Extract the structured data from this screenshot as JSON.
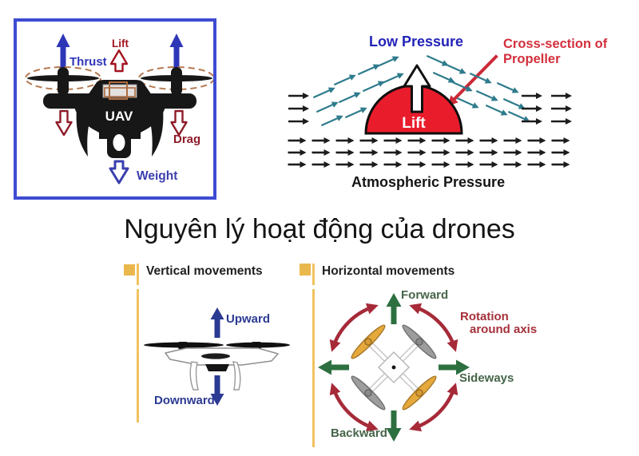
{
  "page": {
    "title": "Nguyên lý hoạt động của drones"
  },
  "uav_forces_panel": {
    "labels": {
      "thrust": "Thrust",
      "lift": "Lift",
      "drag": "Drag",
      "weight": "Weight",
      "uav": "UAV"
    },
    "colors": {
      "border_blue": "#3e4cd2",
      "thrust_blue": "#2e36b8",
      "force_red": "#a31420",
      "weight_blue": "#3a3fae",
      "propeller_dash": "#b5794f",
      "body_black": "#171717"
    }
  },
  "pressure_panel": {
    "labels": {
      "low_pressure": "Low Pressure",
      "cross_section": "Cross-section of Propeller",
      "lift": "Lift",
      "atmospheric_pressure": "Atmospheric Pressure"
    },
    "colors": {
      "low_pressure_blue": "#2323b8",
      "cross_section_red": "#d3303c",
      "dome_red": "#e91c2c",
      "airflow_teal": "#2e7b8c",
      "airflow_black": "#1c1c1c"
    }
  },
  "vertical_panel": {
    "header": "Vertical movements",
    "labels": {
      "upward": "Upward",
      "downward": "Downward"
    },
    "colors": {
      "accent_yellow": "#eab74c",
      "arrow_navy": "#2b3a92"
    }
  },
  "horizontal_panel": {
    "header": "Horizontal movements",
    "labels": {
      "forward": "Forward",
      "sideways": "Sideways",
      "backward": "Backward",
      "rotation_line1": "Rotation",
      "rotation_line2": "around axis"
    },
    "colors": {
      "accent_yellow": "#eab74c",
      "arrow_green": "#2d7040",
      "label_green": "#466549",
      "rotation_red": "#a62a38",
      "propeller_yellow": "#e5a93c",
      "propeller_gray": "#9d9d9d"
    }
  }
}
